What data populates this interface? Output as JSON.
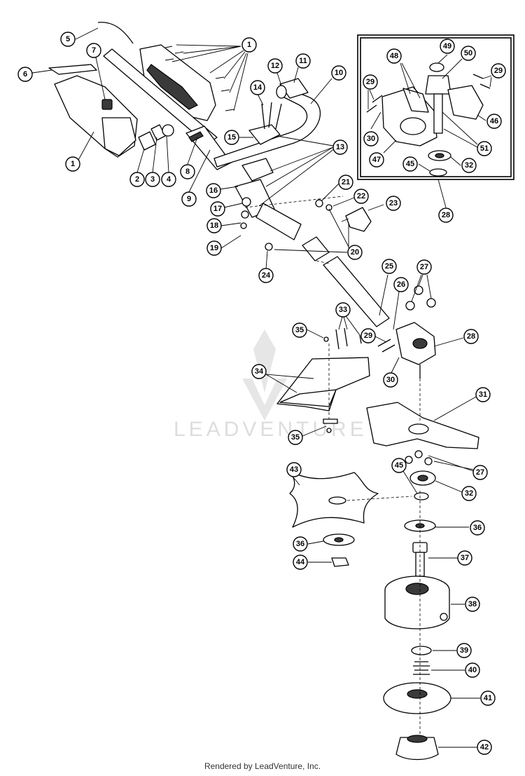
{
  "diagram": {
    "callouts": [
      "1",
      "1",
      "2",
      "3",
      "4",
      "5",
      "6",
      "7",
      "8",
      "9",
      "10",
      "11",
      "12",
      "13",
      "14",
      "15",
      "16",
      "17",
      "18",
      "19",
      "20",
      "21",
      "22",
      "23",
      "24",
      "25",
      "26",
      "27",
      "27",
      "28",
      "28",
      "29",
      "29",
      "29",
      "30",
      "30",
      "31",
      "32",
      "32",
      "33",
      "34",
      "35",
      "35",
      "36",
      "36",
      "37",
      "38",
      "39",
      "40",
      "41",
      "42",
      "43",
      "44",
      "45",
      "45",
      "46",
      "47",
      "48",
      "49",
      "50",
      "51"
    ],
    "watermark": "LEADVENTURE"
  },
  "footer": {
    "text": "Rendered by LeadVenture, Inc."
  }
}
